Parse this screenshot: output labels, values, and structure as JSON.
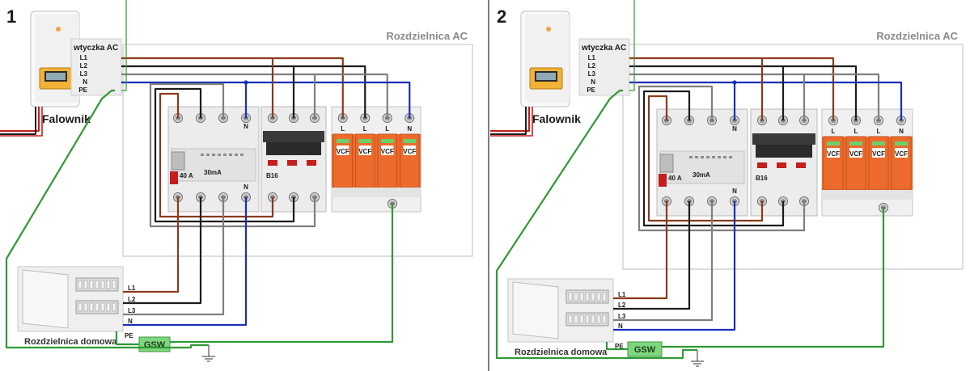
{
  "panels": [
    {
      "number": "1",
      "ac_box_title": "Rozdzielnica AC",
      "plug_title": "wtyczka AC",
      "plug_pins": [
        "L1",
        "L2",
        "L3",
        "N",
        "PE"
      ],
      "inverter_label": "Falownik",
      "home_box_label": "Rozdzielnica domowa",
      "home_terminals": [
        "L1",
        "L2",
        "L3",
        "N"
      ],
      "home_pe": "PE",
      "gsw_label": "GSW",
      "rcd": {
        "top_marks": [
          "N"
        ],
        "bottom_marks": [
          "N"
        ],
        "rating": "40 A",
        "sensitivity": "30mA"
      },
      "mcb": {
        "rating": "B16"
      },
      "spd": {
        "marks": [
          "L",
          "L",
          "L",
          "N"
        ],
        "brand": "VCF"
      }
    },
    {
      "number": "2",
      "ac_box_title": "Rozdzielnica AC",
      "plug_title": "wtyczka AC",
      "plug_pins": [
        "L1",
        "L2",
        "L3",
        "N",
        "PE"
      ],
      "inverter_label": "Falownik",
      "home_box_label": "Rozdzielnica domowa",
      "home_terminals": [
        "L1",
        "L2",
        "L3",
        "N"
      ],
      "home_pe": "PE",
      "gsw_label": "GSW",
      "rcd": {
        "top_marks": [
          "N"
        ],
        "bottom_marks": [
          "N"
        ],
        "rating": "40 A",
        "sensitivity": "30mA"
      },
      "mcb": {
        "rating": "B16"
      },
      "spd": {
        "marks": [
          "L",
          "L",
          "L",
          "N"
        ],
        "brand": "VCF"
      }
    }
  ],
  "colors": {
    "brown": "#8a3a1a",
    "black": "#1c1c1c",
    "grey": "#7f7f7f",
    "blue": "#1a2fb5",
    "green": "#2e9a35",
    "red": "#c61d1d",
    "orange": "#ec6a2c",
    "box_border": "#c8c8c8",
    "gsw_fill": "#7fd67f"
  }
}
